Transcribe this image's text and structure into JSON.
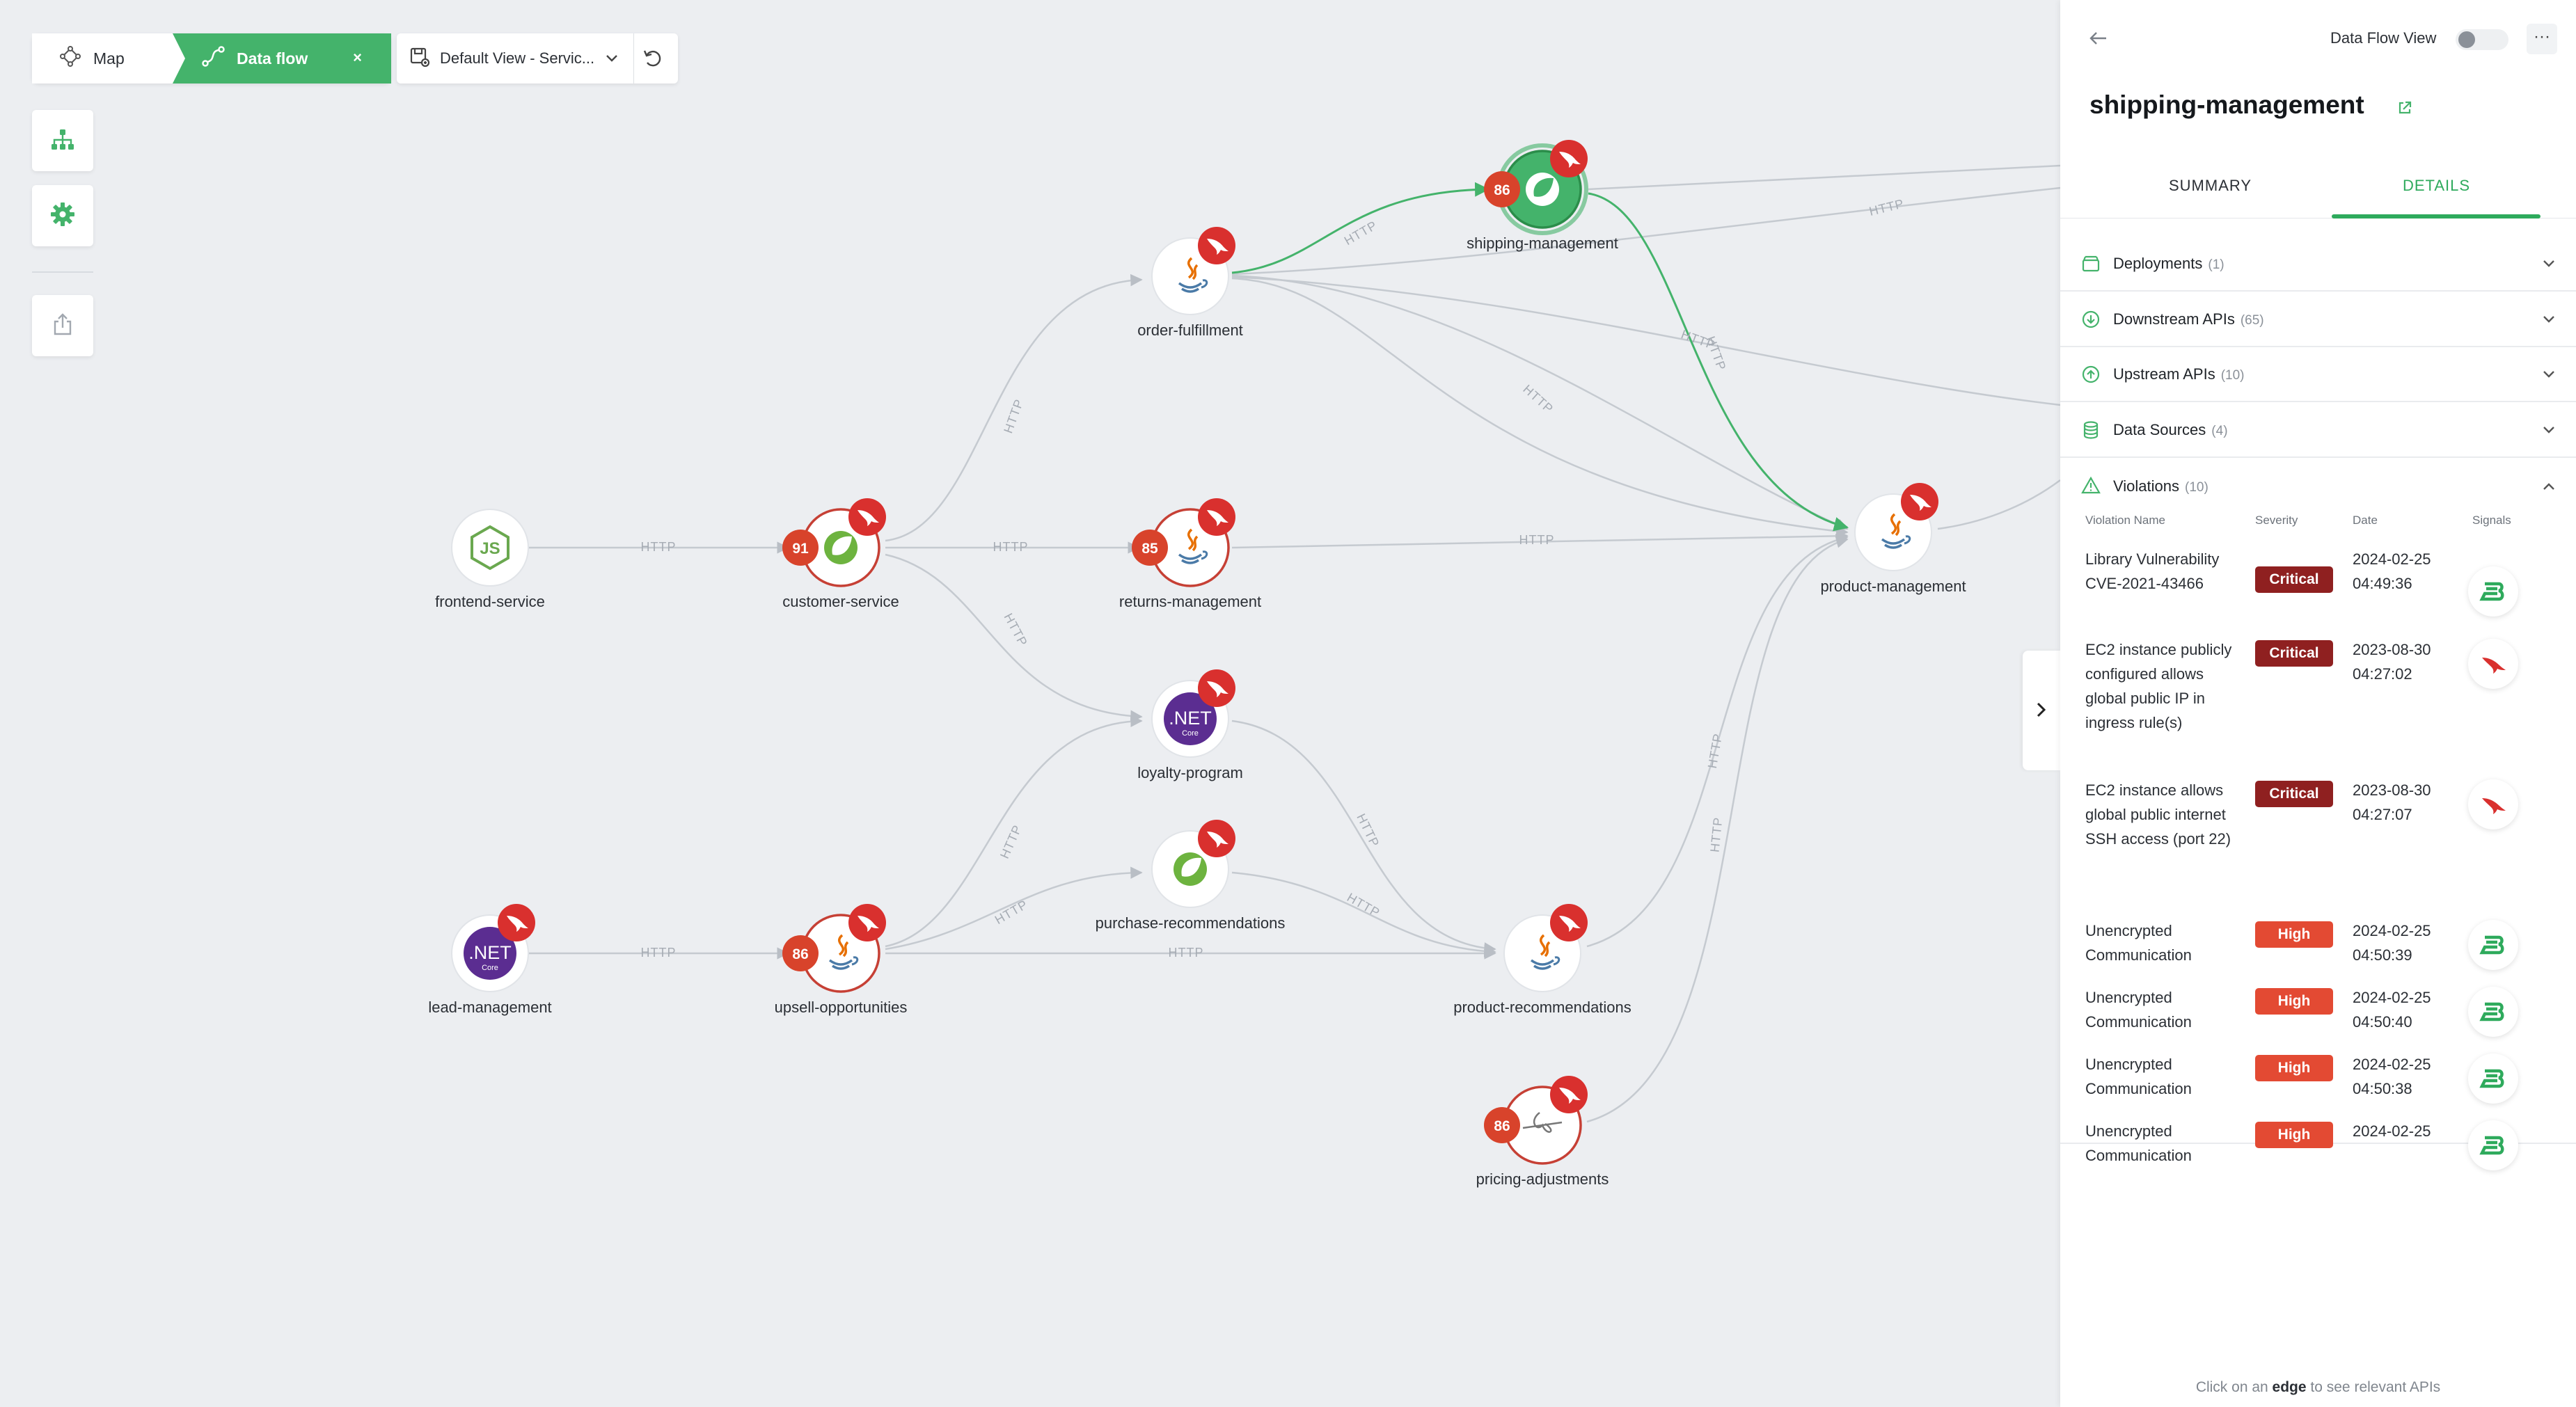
{
  "toolbar": {
    "map_label": "Map",
    "dataflow_label": "Data flow",
    "close_label": "×",
    "view_label": "Default View - Servic..."
  },
  "graph": {
    "nodes": [
      {
        "id": "frontend",
        "label": "frontend-service",
        "tech": "nodejs",
        "score": null,
        "alert": false
      },
      {
        "id": "customer",
        "label": "customer-service",
        "tech": "spring",
        "score": "91",
        "alert": true
      },
      {
        "id": "order",
        "label": "order-fulfillment",
        "tech": "java",
        "score": null,
        "alert": true
      },
      {
        "id": "shipping",
        "label": "shipping-management",
        "tech": "spring-selected",
        "score": "86",
        "alert": true
      },
      {
        "id": "returns",
        "label": "returns-management",
        "tech": "java",
        "score": "85",
        "alert": true
      },
      {
        "id": "loyalty",
        "label": "loyalty-program",
        "tech": "dotnet",
        "score": null,
        "alert": true
      },
      {
        "id": "purchase",
        "label": "purchase-recommendations",
        "tech": "spring",
        "score": null,
        "alert": true
      },
      {
        "id": "lead",
        "label": "lead-management",
        "tech": "dotnet",
        "score": null,
        "alert": true
      },
      {
        "id": "upsell",
        "label": "upsell-opportunities",
        "tech": "java",
        "score": "86",
        "alert": true
      },
      {
        "id": "prodrec",
        "label": "product-recommendations",
        "tech": "java",
        "score": null,
        "alert": true
      },
      {
        "id": "pricing",
        "label": "pricing-adjustments",
        "tech": "dragonfly",
        "score": "86",
        "alert": true
      },
      {
        "id": "product",
        "label": "product-management",
        "tech": "java",
        "score": null,
        "alert": true
      }
    ],
    "edge_label": "HTTP",
    "dotnet_text": ".NET",
    "dotnet_sub": "Core",
    "node_js_text": "JS"
  },
  "panel": {
    "toggle_label": "Data Flow View",
    "more_label": "···",
    "title": "shipping-management",
    "tabs": [
      {
        "label": "SUMMARY",
        "active": false
      },
      {
        "label": "DETAILS",
        "active": true
      }
    ],
    "sections": [
      {
        "name": "Deployments",
        "count": "(1)",
        "icon": "box-icon",
        "open": false
      },
      {
        "name": "Downstream APIs",
        "count": "(65)",
        "icon": "arrow-down-circle-icon",
        "open": false
      },
      {
        "name": "Upstream APIs",
        "count": "(10)",
        "icon": "arrow-up-circle-icon",
        "open": false
      },
      {
        "name": "Data Sources",
        "count": "(4)",
        "icon": "database-icon",
        "open": false
      },
      {
        "name": "Violations",
        "count": "(10)",
        "icon": "warning-triangle-icon",
        "open": true
      }
    ],
    "violation_headers": [
      "Violation Name",
      "Severity",
      "Date",
      "Signals"
    ],
    "violations": [
      {
        "name": "Library Vulnerability CVE-2021-43466",
        "severity": "Critical",
        "date": "2024-02-25 04:49:36",
        "signal": "b-logo"
      },
      {
        "name": "EC2 instance publicly configured allows global public IP in ingress rule(s)",
        "severity": "Critical",
        "date": "2023-08-30 04:27:02",
        "signal": "falcon"
      },
      {
        "name": "EC2 instance allows global public internet SSH access (port 22)",
        "severity": "Critical",
        "date": "2023-08-30 04:27:07",
        "signal": "falcon"
      },
      {
        "name": "Unencrypted Communication",
        "severity": "High",
        "date": "2024-02-25 04:50:39",
        "signal": "b-logo"
      },
      {
        "name": "Unencrypted Communication",
        "severity": "High",
        "date": "2024-02-25 04:50:40",
        "signal": "b-logo"
      },
      {
        "name": "Unencrypted Communication",
        "severity": "High",
        "date": "2024-02-25 04:50:38",
        "signal": "b-logo"
      },
      {
        "name": "Unencrypted Communication",
        "severity": "High",
        "date": "2024-02-25",
        "signal": "b-logo"
      }
    ],
    "hint_pre": "Click on an",
    "hint_bold": "edge",
    "hint_post": "to see relevant APIs"
  },
  "colors": {
    "accent": "#44b36b",
    "edge": "#c3c8ce",
    "edge_active": "#44b36b",
    "alert": "#d9302e",
    "score": "#d8432b",
    "critical": "#8f2020",
    "high": "#e34a33"
  }
}
